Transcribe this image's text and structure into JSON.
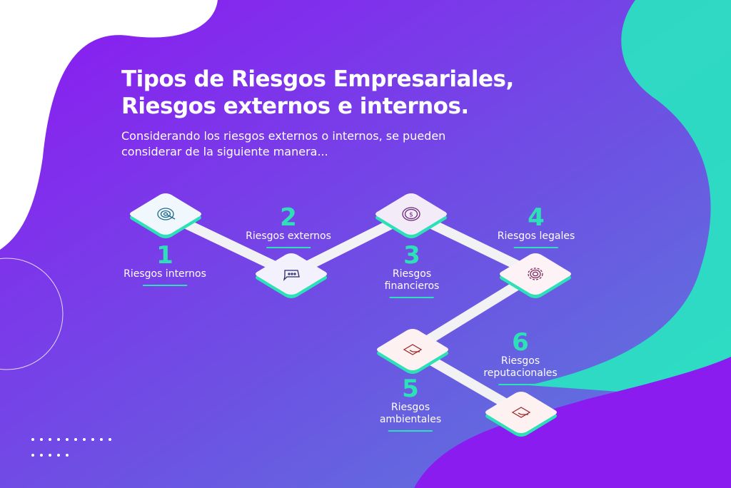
{
  "header": {
    "title_line1": "Tipos de Riesgos Empresariales,",
    "title_line2": "Riesgos externos e internos.",
    "subtitle_line1": "Considerando los riesgos externos o internos, se pueden",
    "subtitle_line2": "considerar de la siguiente manera..."
  },
  "steps": [
    {
      "number": "1",
      "label1": "Riesgos internos",
      "label2": "",
      "icon": "target-icon"
    },
    {
      "number": "2",
      "label1": "Riesgos externos",
      "label2": "",
      "icon": "chat-bubble-icon"
    },
    {
      "number": "3",
      "label1": "Riesgos",
      "label2": "financieros",
      "icon": "dollar-coin-icon"
    },
    {
      "number": "4",
      "label1": "Riesgos legales",
      "label2": "",
      "icon": "gear-icon"
    },
    {
      "number": "5",
      "label1": "Riesgos",
      "label2": "ambientales",
      "icon": "envelope-icon"
    },
    {
      "number": "6",
      "label1": "Riesgos",
      "label2": "reputacionales",
      "icon": "envelope-icon"
    }
  ],
  "colors": {
    "accent": "#2ee0b8",
    "purple": "#8a1cf0",
    "blue_purple": "#6a5ee0",
    "white": "#ffffff"
  }
}
